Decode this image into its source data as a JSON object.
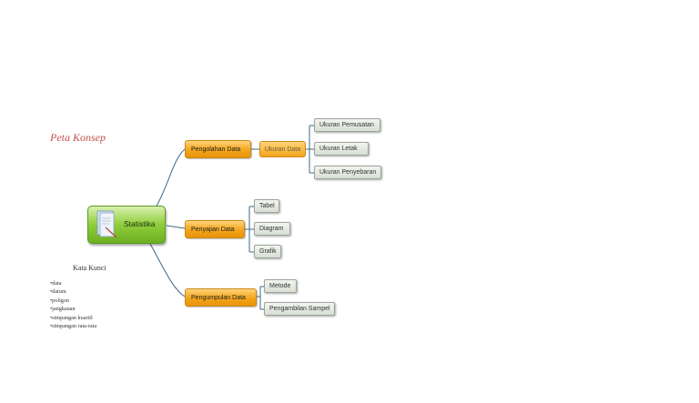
{
  "title": "Peta Konsep",
  "central": {
    "label": "Statistika",
    "icon": "book-icon"
  },
  "branches": [
    {
      "label": "Pengolahan Data",
      "middle": "Ukuran Data",
      "children": [
        "Ukuran Pemusatan",
        "Ukuran Letak",
        "Ukuran Penyebaran"
      ]
    },
    {
      "label": "Penyajian Data",
      "children": [
        "Tabel",
        "Diagram",
        "Grafik"
      ]
    },
    {
      "label": "Pengumpulan Data",
      "children": [
        "Metode",
        "Pengambilan Sampel"
      ]
    }
  ],
  "keywords": {
    "title": "Kata Kunci",
    "items": [
      "data",
      "datum",
      "poligon",
      "jangkauan",
      "simpangan kuartil",
      "simpangan rata-rata"
    ]
  },
  "colors": {
    "title": "#c0504d",
    "central": "#8fcd3a",
    "branch": "#f3a51a",
    "leaf": "#d9dfd4",
    "connector": "#3d6a8a"
  }
}
